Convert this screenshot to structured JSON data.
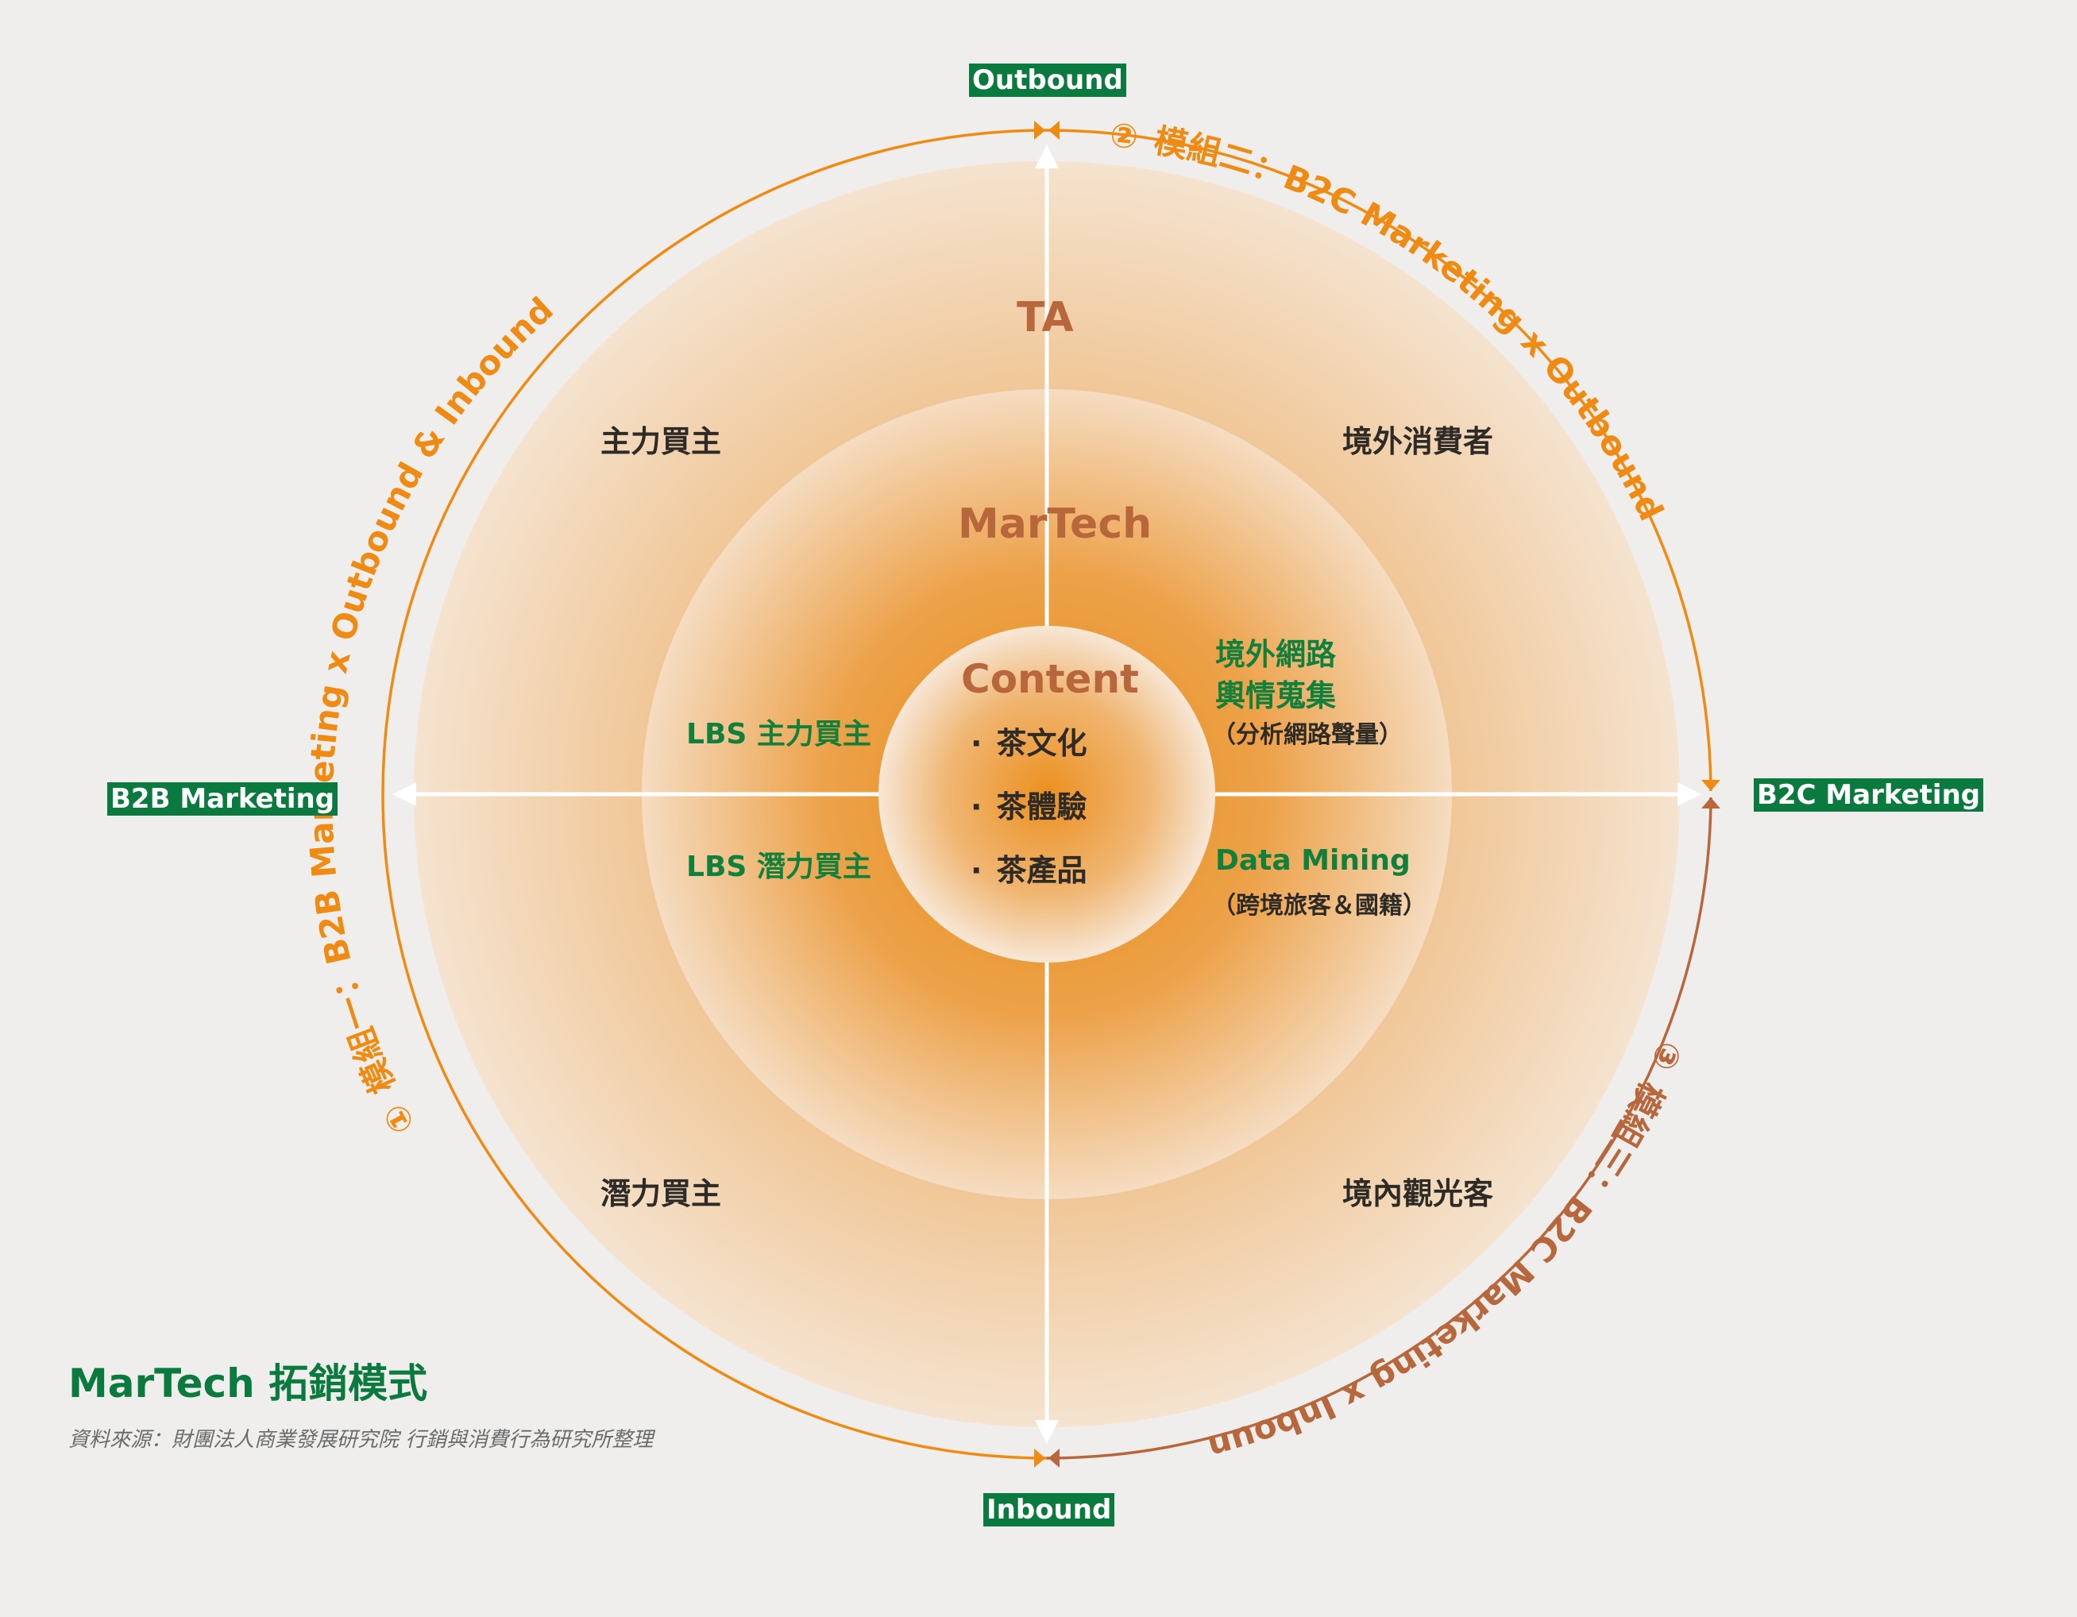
{
  "axes": {
    "top": "Outbound",
    "bottom": "Inbound",
    "left": "B2B Marketing",
    "right": "B2C Marketing"
  },
  "rings": {
    "outer": "TA",
    "middle": "MarTech",
    "center": "Content"
  },
  "center_items": [
    "茶文化",
    "茶體驗",
    "茶產品"
  ],
  "quadrants": {
    "top_left": "主力買主",
    "top_right": "境外消費者",
    "bottom_left": "潛力買主",
    "bottom_right": "境內觀光客"
  },
  "middle_labels": {
    "left_top": "LBS 主力買主",
    "left_bottom": "LBS 潛力買主",
    "right_top_line1": "境外網路",
    "right_top_line2": "輿情蒐集",
    "right_top_note": "（分析網路聲量）",
    "right_bottom_title": "Data Mining",
    "right_bottom_note": "（跨境旅客＆國籍）"
  },
  "modules": {
    "m1": {
      "num": "①",
      "label": "模組一：B2B Marketing x Outbound & Inbound"
    },
    "m2": {
      "num": "②",
      "label": "模組二：B2C Marketing x Outbound"
    },
    "m3": {
      "num": "③",
      "label": "模組三：B2C Marketing x Inbound"
    }
  },
  "footer": {
    "title": "MarTech 拓銷模式",
    "source": "資料來源：財團法人商業發展研究院 行銷與消費行為研究所整理"
  },
  "colors": {
    "orange": "#ef8a12",
    "brown": "#b8673c",
    "green": "#0b7a3e",
    "background": "#efeeec"
  }
}
